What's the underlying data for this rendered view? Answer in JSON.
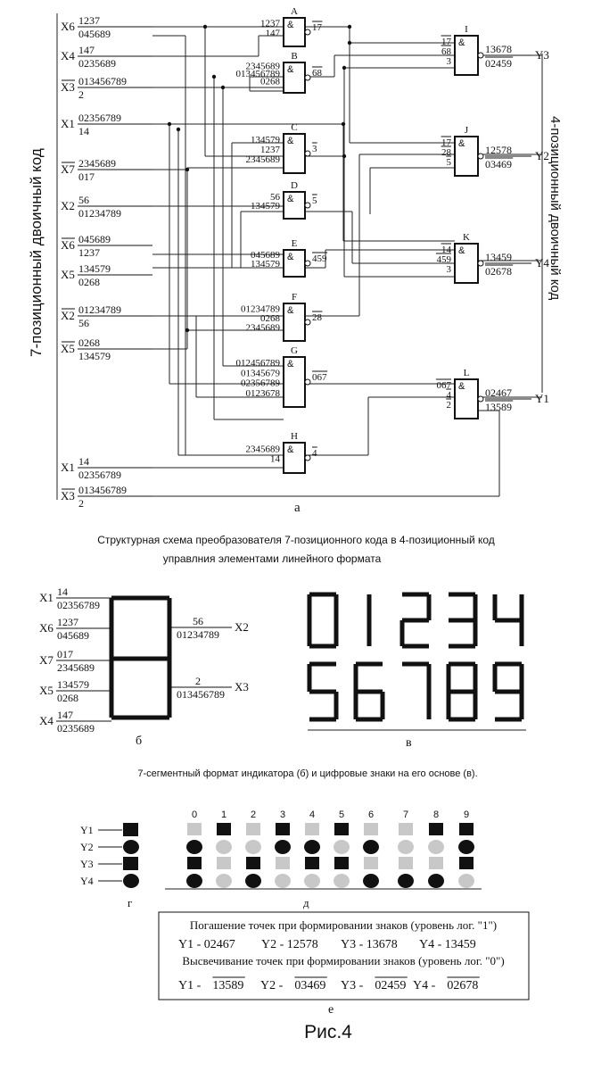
{
  "caption_a": "а",
  "left_vertical_label": "7-позиционный двоичный код",
  "right_vertical_label": "4-позиционный двоичный код",
  "inputs": [
    {
      "name": "X6",
      "top": "1237",
      "bottom": "045689"
    },
    {
      "name": "X4",
      "top": "147",
      "bottom": "0235689"
    },
    {
      "name": "X3",
      "top": "013456789",
      "bottom": "2"
    },
    {
      "name": "X1",
      "top": "02356789",
      "bottom": "14"
    },
    {
      "name": "X7",
      "top": "2345689",
      "bottom": "017"
    },
    {
      "name": "X2",
      "top": "56",
      "bottom": "01234789"
    },
    {
      "name": "X6",
      "top": "045689",
      "bottom": "1237"
    },
    {
      "name": "X5",
      "top": "134579",
      "bottom": "0268"
    },
    {
      "name": "X2",
      "top": "01234789",
      "bottom": "56"
    },
    {
      "name": "X5",
      "top": "0268",
      "bottom": "134579"
    },
    {
      "name": "X1",
      "top": "14",
      "bottom": "02356789"
    },
    {
      "name": "X3",
      "top": "013456789",
      "bottom": "2"
    }
  ],
  "gates": [
    {
      "name": "A",
      "sym": "&",
      "in": [
        "1237",
        "147"
      ],
      "out": "17"
    },
    {
      "name": "B",
      "sym": "&",
      "in": [
        "2345689",
        "013456789",
        "0268"
      ],
      "out": "68"
    },
    {
      "name": "C",
      "sym": "&",
      "in": [
        "134579",
        "1237",
        "2345689"
      ],
      "out": "3"
    },
    {
      "name": "D",
      "sym": "&",
      "in": [
        "56",
        "134579"
      ],
      "out": "5"
    },
    {
      "name": "E",
      "sym": "&",
      "in": [
        "045689",
        "134579"
      ],
      "out": "459"
    },
    {
      "name": "F",
      "sym": "&",
      "in": [
        "01234789",
        "0268",
        "2345689"
      ],
      "out": "28"
    },
    {
      "name": "G",
      "sym": "&",
      "in": [
        "012456789",
        "01345679",
        "02356789",
        "0123678"
      ],
      "out": "067"
    },
    {
      "name": "H",
      "sym": "&",
      "in": [
        "2345689",
        "14"
      ],
      "out": "4"
    },
    {
      "name": "I",
      "sym": "&",
      "in": [
        "17",
        "68",
        "3"
      ],
      "out_top": "13678",
      "out_bottom": "02459",
      "y": "Y3"
    },
    {
      "name": "J",
      "sym": "&",
      "in": [
        "17",
        "28",
        "5"
      ],
      "out_top": "12578",
      "out_bottom": "03469",
      "y": "Y2"
    },
    {
      "name": "K",
      "sym": "&",
      "in": [
        "14",
        "459",
        "3"
      ],
      "out_top": "13459",
      "out_bottom": "02678",
      "y": "Y4"
    },
    {
      "name": "L",
      "sym": "&",
      "in": [
        "067",
        "4",
        "2"
      ],
      "out_top": "02467",
      "out_bottom": "13589",
      "y": "Y1"
    }
  ],
  "title_line1": "Структурная схема преобразователя 7-позиционного кода в 4-позиционный код",
  "title_line2": "управлния элементами линейного формата",
  "seg_labels_left": [
    {
      "name": "X1",
      "top": "14",
      "bottom": "02356789"
    },
    {
      "name": "X6",
      "top": "1237",
      "bottom": "045689"
    },
    {
      "name": "X7",
      "top": "017",
      "bottom": "2345689"
    },
    {
      "name": "X5",
      "top": "134579",
      "bottom": "0268"
    },
    {
      "name": "X4",
      "top": "147",
      "bottom": "0235689"
    }
  ],
  "seg_labels_right": [
    {
      "name": "X2",
      "top": "56",
      "bottom": "01234789"
    },
    {
      "name": "X3",
      "top": "2",
      "bottom": "013456789"
    }
  ],
  "caption_b": "б",
  "digits_row1": [
    "0",
    "1",
    "2",
    "3",
    "4"
  ],
  "digits_row2": [
    "5",
    "6",
    "7",
    "8",
    "9"
  ],
  "caption_v": "в",
  "format_caption": "7-сегментный формат индикатора (б) и цифровые знаки на его основе (в).",
  "g_labels": [
    "Y1",
    "Y2",
    "Y3",
    "Y4"
  ],
  "caption_g": "г",
  "d_digits": [
    "0",
    "1",
    "2",
    "3",
    "4",
    "5",
    "6",
    "7",
    "8",
    "9"
  ],
  "caption_d": "д",
  "colors": {
    "on": "#111111",
    "off": "#c8c8c8"
  },
  "box_line1": "Погашение точек при формировании знаков (уровень лог. \"1\")",
  "box_codes1": [
    "Y1 - 02467",
    "Y2 - 12578",
    "Y3 - 13678",
    "Y4 - 13459"
  ],
  "box_line2": "Высвечивание точек при формировании знаков (уровень лог. \"0\")",
  "box_codes2_prefix": [
    "Y1 - ",
    "Y2 - ",
    "Y3 - ",
    "Y4 - "
  ],
  "box_codes2_val": [
    "13589",
    "03469",
    "02459",
    "02678"
  ],
  "caption_e": "е",
  "figure_label": "Рис.4"
}
